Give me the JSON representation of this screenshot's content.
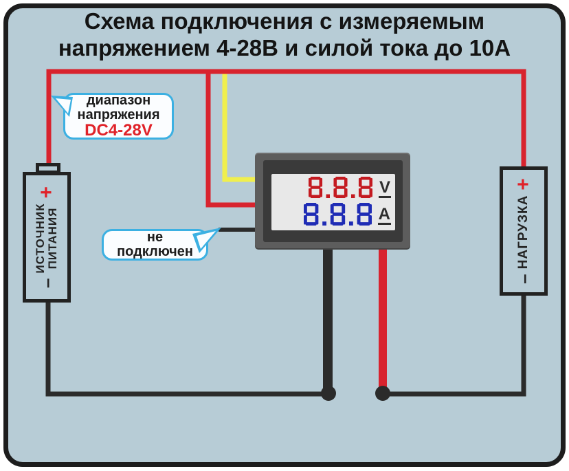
{
  "title": {
    "line1": "Схема подключения с измеряемым",
    "line2": "напряжением 4-28В и силой тока до 10А"
  },
  "power_source": {
    "name_line1": "ИСТОЧНИК",
    "name_line2": "ПИТАНИЯ",
    "plus_label": "+",
    "minus_label": "–"
  },
  "load": {
    "name": "НАГРУЗКА",
    "plus_label": "+",
    "minus_label": "–"
  },
  "meter": {
    "voltage_value": "8.8.8",
    "voltage_unit": "V",
    "current_value": "8.8.8",
    "current_unit": "A"
  },
  "callouts": {
    "voltage_range": {
      "line1": "диапазон",
      "line2": "напряжения",
      "value": "DC4-28V"
    },
    "not_connected": {
      "line1": "не",
      "line2": "подключен"
    }
  },
  "colors": {
    "background": "#b7ccd6",
    "frame_border": "#1d1d1d",
    "wire_red": "#d8232e",
    "wire_yellow": "#f0ef4e",
    "wire_black": "#2b2b2b",
    "digit_red": "#c41a20",
    "digit_blue": "#1f2cb5",
    "callout_border": "#3cb0e2",
    "plus_red": "#e02128"
  }
}
